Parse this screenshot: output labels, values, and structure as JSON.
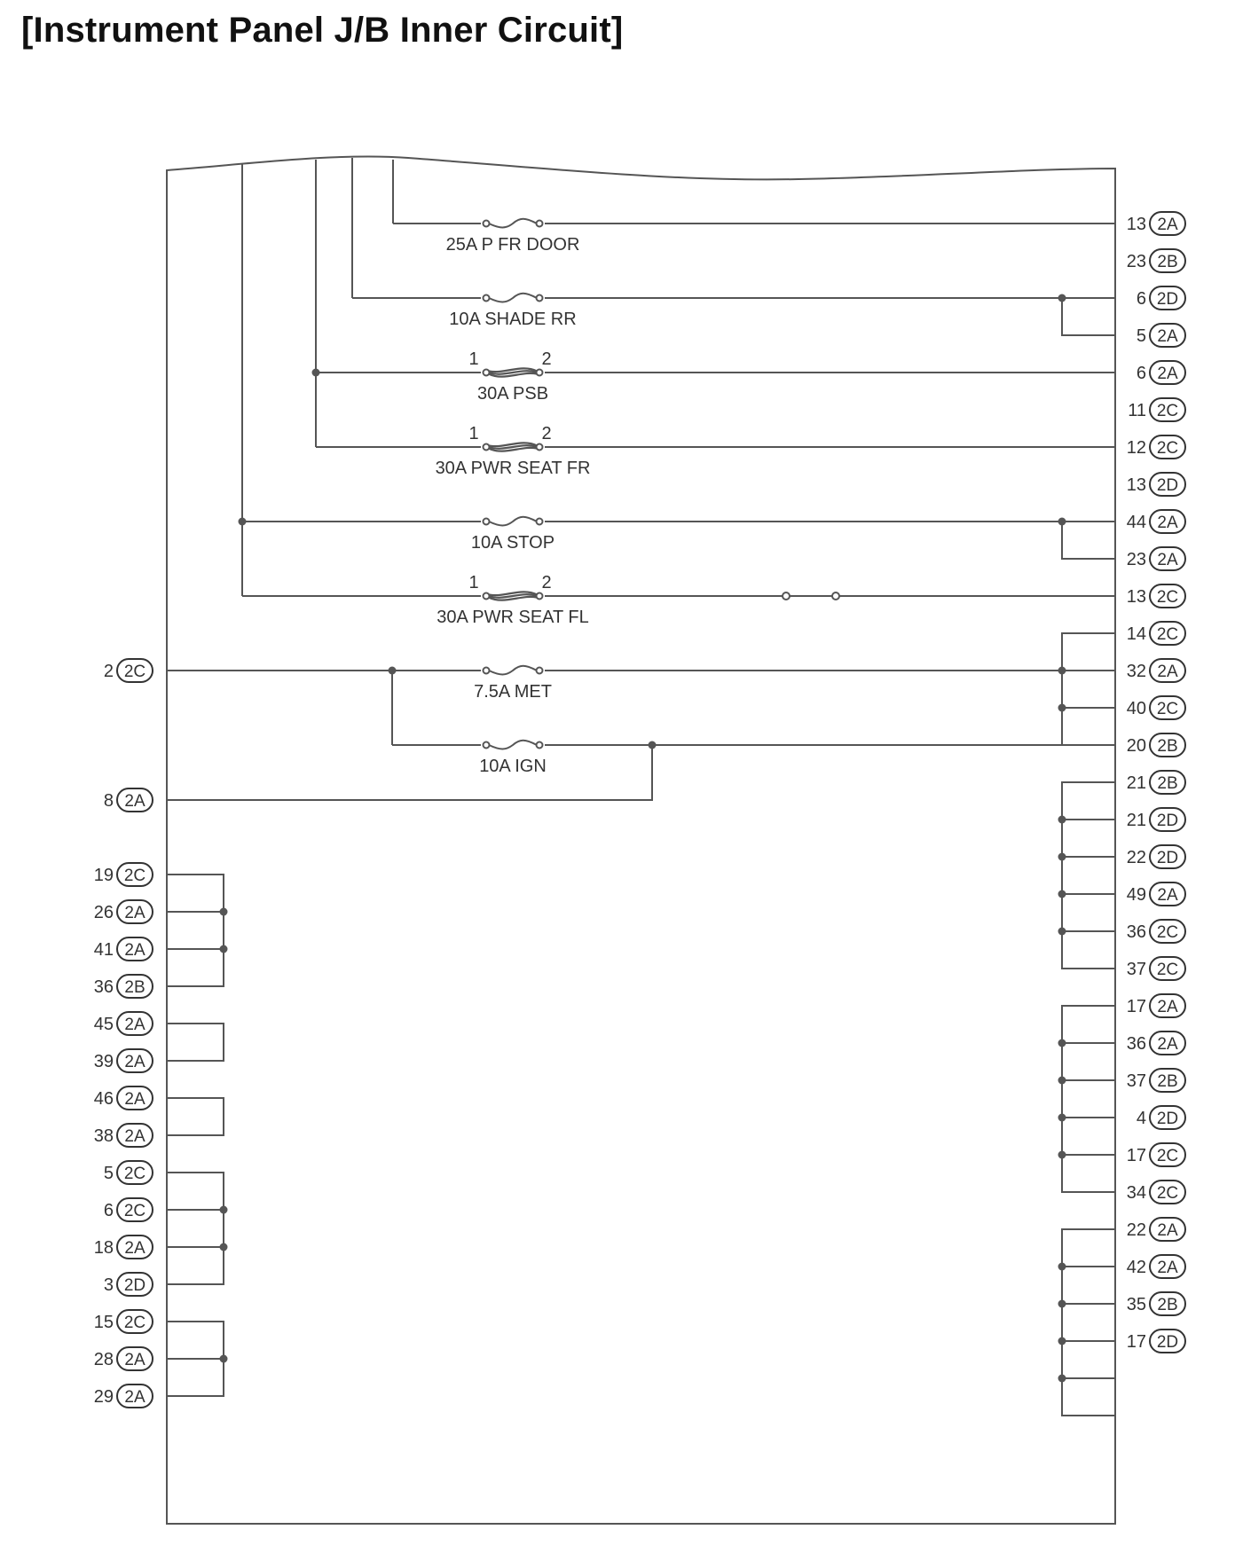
{
  "title": "[Instrument Panel J/B Inner Circuit]",
  "fuses": [
    {
      "label": "25A P FR DOOR",
      "type": "fuse"
    },
    {
      "label": "10A SHADE RR",
      "type": "fuse"
    },
    {
      "label": "30A PSB",
      "type": "fusible-link",
      "pins": [
        "1",
        "2"
      ]
    },
    {
      "label": "30A PWR SEAT FR",
      "type": "fusible-link",
      "pins": [
        "1",
        "2"
      ]
    },
    {
      "label": "10A STOP",
      "type": "fuse"
    },
    {
      "label": "30A PWR SEAT FL",
      "type": "fusible-link",
      "pins": [
        "1",
        "2"
      ]
    },
    {
      "label": "7.5A MET",
      "type": "fuse"
    },
    {
      "label": "10A IGN",
      "type": "fuse"
    }
  ],
  "left_terminals": [
    {
      "pin": "2",
      "conn": "2C"
    },
    {
      "pin": "8",
      "conn": "2A"
    },
    {
      "pin": "19",
      "conn": "2C"
    },
    {
      "pin": "26",
      "conn": "2A"
    },
    {
      "pin": "41",
      "conn": "2A"
    },
    {
      "pin": "36",
      "conn": "2B"
    },
    {
      "pin": "45",
      "conn": "2A"
    },
    {
      "pin": "39",
      "conn": "2A"
    },
    {
      "pin": "46",
      "conn": "2A"
    },
    {
      "pin": "38",
      "conn": "2A"
    },
    {
      "pin": "5",
      "conn": "2C"
    },
    {
      "pin": "6",
      "conn": "2C"
    },
    {
      "pin": "18",
      "conn": "2A"
    },
    {
      "pin": "3",
      "conn": "2D"
    },
    {
      "pin": "15",
      "conn": "2C"
    },
    {
      "pin": "28",
      "conn": "2A"
    },
    {
      "pin": "29",
      "conn": "2A"
    }
  ],
  "right_terminals": [
    {
      "pin": "13",
      "conn": "2A"
    },
    {
      "pin": "23",
      "conn": "2B"
    },
    {
      "pin": "6",
      "conn": "2D"
    },
    {
      "pin": "5",
      "conn": "2A"
    },
    {
      "pin": "6",
      "conn": "2A"
    },
    {
      "pin": "11",
      "conn": "2C"
    },
    {
      "pin": "12",
      "conn": "2C"
    },
    {
      "pin": "13",
      "conn": "2D"
    },
    {
      "pin": "44",
      "conn": "2A"
    },
    {
      "pin": "23",
      "conn": "2A"
    },
    {
      "pin": "13",
      "conn": "2C"
    },
    {
      "pin": "14",
      "conn": "2C"
    },
    {
      "pin": "32",
      "conn": "2A"
    },
    {
      "pin": "40",
      "conn": "2C"
    },
    {
      "pin": "20",
      "conn": "2B"
    },
    {
      "pin": "21",
      "conn": "2B"
    },
    {
      "pin": "21",
      "conn": "2D"
    },
    {
      "pin": "22",
      "conn": "2D"
    },
    {
      "pin": "49",
      "conn": "2A"
    },
    {
      "pin": "36",
      "conn": "2C"
    },
    {
      "pin": "37",
      "conn": "2C"
    },
    {
      "pin": "17",
      "conn": "2A"
    },
    {
      "pin": "36",
      "conn": "2A"
    },
    {
      "pin": "37",
      "conn": "2B"
    },
    {
      "pin": "4",
      "conn": "2D"
    },
    {
      "pin": "17",
      "conn": "2C"
    },
    {
      "pin": "34",
      "conn": "2C"
    },
    {
      "pin": "22",
      "conn": "2A"
    },
    {
      "pin": "42",
      "conn": "2A"
    },
    {
      "pin": "35",
      "conn": "2B"
    },
    {
      "pin": "17",
      "conn": "2D"
    }
  ]
}
